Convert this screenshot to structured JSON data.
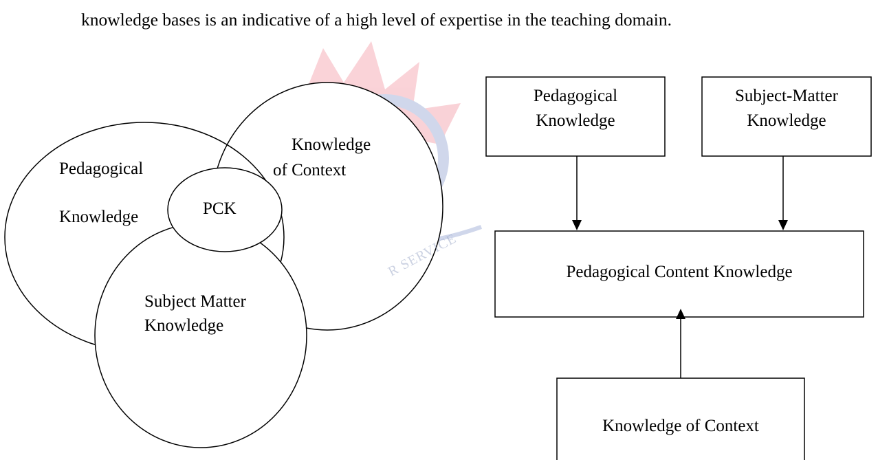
{
  "intro_text": "knowledge bases is an indicative of a high level of expertise in the teaching domain.",
  "watermark": {
    "text": "R SERVICE",
    "colors": [
      "#e8384f",
      "#2f4fa8"
    ]
  },
  "venn": {
    "pedagogical_line1": "Pedagogical",
    "pedagogical_line2": "Knowledge",
    "context_line1": "Knowledge",
    "context_line2": "of Context",
    "pck": "PCK",
    "subject_line1": "Subject Matter",
    "subject_line2": "Knowledge"
  },
  "flow": {
    "box_ped_line1": "Pedagogical",
    "box_ped_line2": "Knowledge",
    "box_smk_line1": "Subject-Matter",
    "box_smk_line2": "Knowledge",
    "box_pck": "Pedagogical Content Knowledge",
    "box_ctx": "Knowledge of Context"
  }
}
